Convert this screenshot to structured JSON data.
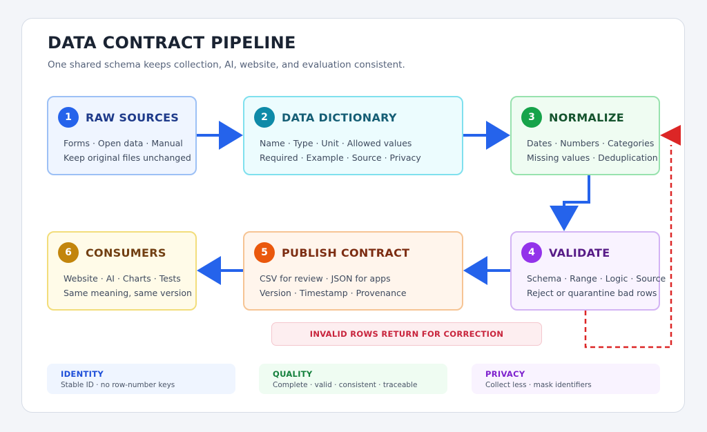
{
  "header": {
    "title": "DATA CONTRACT PIPELINE",
    "subtitle": "One shared schema keeps collection, AI, website, and evaluation consistent."
  },
  "steps": [
    {
      "num": "1",
      "title": "RAW SOURCES",
      "line1": "Forms · Open data · Manual",
      "line2": "Keep original files unchanged",
      "accent": "#2563eb",
      "title_color": "#1e3a8a",
      "fill": "#eff5ff",
      "border": "#9cc0f5"
    },
    {
      "num": "2",
      "title": "DATA DICTIONARY",
      "line1": "Name · Type · Unit · Allowed values",
      "line2": "Required · Example · Source · Privacy",
      "accent": "#0e8aa8",
      "title_color": "#155e75",
      "fill": "#ecfcfe",
      "border": "#7fe0ee"
    },
    {
      "num": "3",
      "title": "NORMALIZE",
      "line1": "Dates · Numbers · Categories",
      "line2": "Missing values · Deduplication",
      "accent": "#16a34a",
      "title_color": "#14532d",
      "fill": "#effcf2",
      "border": "#98e2ae"
    },
    {
      "num": "4",
      "title": "VALIDATE",
      "line1": "Schema · Range · Logic · Source",
      "line2": "Reject or quarantine bad rows",
      "accent": "#9333ea",
      "title_color": "#581c87",
      "fill": "#f9f3ff",
      "border": "#d3b3f4"
    },
    {
      "num": "5",
      "title": "PUBLISH CONTRACT",
      "line1": "CSV for review · JSON for apps",
      "line2": "Version · Timestamp · Provenance",
      "accent": "#ea580c",
      "title_color": "#7c2d12",
      "fill": "#fff5ec",
      "border": "#f6c494"
    },
    {
      "num": "6",
      "title": "CONSUMERS",
      "line1": "Website · AI · Charts · Tests",
      "line2": "Same meaning, same version",
      "accent": "#c2850c",
      "title_color": "#713f12",
      "fill": "#fffbe8",
      "border": "#f2dd7a"
    }
  ],
  "feedback_note": "INVALID ROWS RETURN FOR CORRECTION",
  "principles": [
    {
      "title": "IDENTITY",
      "desc": "Stable ID · no row-number keys",
      "title_color": "#1d4ed8",
      "fill": "#eff5ff"
    },
    {
      "title": "QUALITY",
      "desc": "Complete · valid · consistent · traceable",
      "title_color": "#15803d",
      "fill": "#effcf2"
    },
    {
      "title": "PRIVACY",
      "desc": "Collect less · mask identifiers",
      "title_color": "#7e22ce",
      "fill": "#f9f3ff"
    }
  ],
  "colors": {
    "arrow": "#2563eb",
    "feedback": "#dc2626"
  }
}
